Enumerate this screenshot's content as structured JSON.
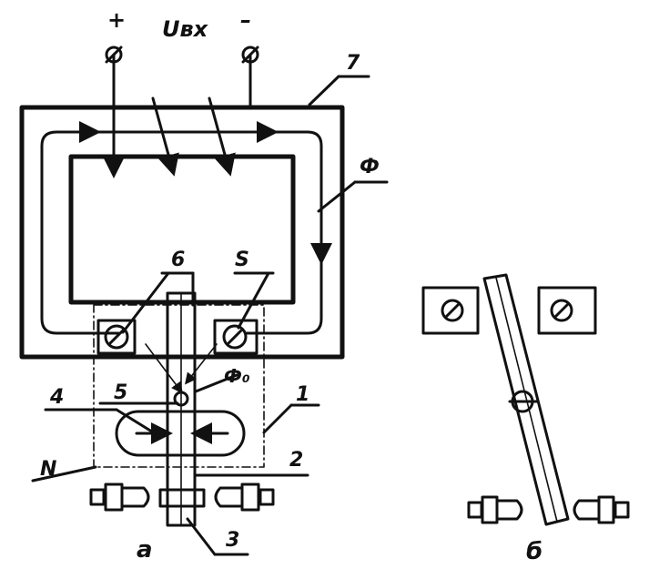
{
  "labels": {
    "plus": "+",
    "minus": "–",
    "u_in": "Uвх",
    "n7": "7",
    "flux": "Ф",
    "n6": "6",
    "s_pole": "S",
    "n5": "5",
    "flux0": "Ф₀",
    "n4": "4",
    "n1": "1",
    "n_pole": "N",
    "n2": "2",
    "n3": "3",
    "caption_a": "а",
    "caption_b": "б"
  }
}
